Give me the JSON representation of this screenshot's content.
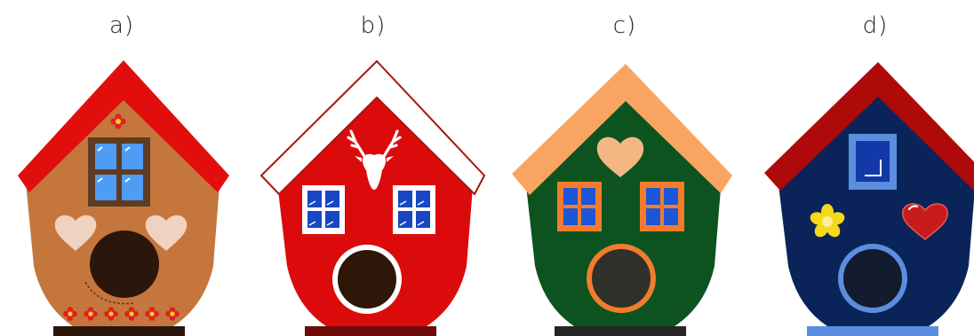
{
  "houses": [
    {
      "label": "a)",
      "icons": [
        "window-icon",
        "heart-icon",
        "heart-icon",
        "flower-icon"
      ],
      "colors": {
        "roof": "#e20d0d",
        "wall": "#c5763c",
        "window_frame": "#5e3b23",
        "window_pane": "#4f9cf5",
        "heart": "#efd2bf",
        "hole": "#2b160c",
        "base": "#2b160c",
        "flower": "#e02020",
        "flower_center": "#f7d11e"
      }
    },
    {
      "label": "b)",
      "icons": [
        "deer-head-icon",
        "window-icon",
        "window-icon"
      ],
      "colors": {
        "roof": "#ffffff",
        "roof_outline": "#a31414",
        "wall": "#dc0b0b",
        "window_frame": "#ffffff",
        "window_pane": "#1847c4",
        "deer": "#ffffff",
        "hole": "#2e1708",
        "hole_ring": "#ffffff",
        "base": "#6e0a0a"
      }
    },
    {
      "label": "c)",
      "icons": [
        "heart-icon",
        "window-icon",
        "window-icon"
      ],
      "colors": {
        "roof": "#f9a561",
        "wall": "#0d5320",
        "window_frame": "#f27c2c",
        "window_pane": "#1d56d6",
        "heart": "#f4b784",
        "hole": "#2f3029",
        "hole_ring": "#f27c2c",
        "base": "#262626"
      }
    },
    {
      "label": "d)",
      "icons": [
        "window-icon",
        "flower-icon",
        "heart-icon"
      ],
      "colors": {
        "roof": "#ae0a0a",
        "wall": "#0a2459",
        "window_frame": "#5b8ede",
        "window_pane": "#1239a7",
        "flower": "#f6d918",
        "heart": "#c81c1c",
        "hole": "#131b2e",
        "hole_ring": "#5b8ede",
        "base": "#5b8ede"
      }
    }
  ]
}
